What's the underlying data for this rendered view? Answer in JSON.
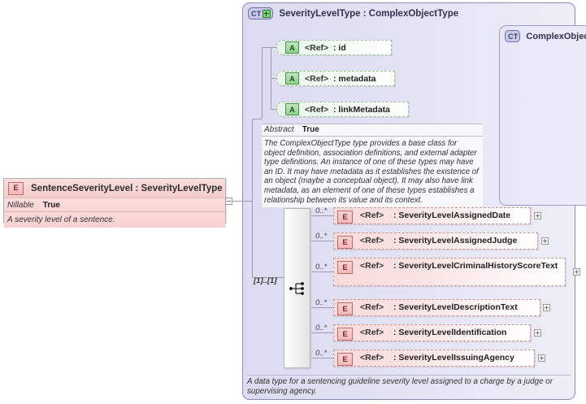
{
  "outer_type": {
    "badge": "CT",
    "badge_icon": "complextype-expand-plus-icon",
    "title": "SeverityLevelType : ComplexObjectType",
    "documentation": "A data type for a sentencing guideline severity level assigned to a charge by a judge or supervising agency."
  },
  "inner_type": {
    "badge": "CT",
    "title": "ComplexObjectType : <None>",
    "attributes": [
      {
        "badge": "A",
        "ref": "<Ref>",
        "name": ": id"
      },
      {
        "badge": "A",
        "ref": "<Ref>",
        "name": ": metadata"
      },
      {
        "badge": "A",
        "ref": "<Ref>",
        "name": ": linkMetadata"
      }
    ],
    "abstract_key": "Abstract",
    "abstract_value": "True",
    "documentation": "The ComplexObjectType type provides a base class for object definition, association definitions, and external adapter type definitions. An instance of one of these types may have an ID. It may have metadata as it establishes the existence of an object (maybe a conceptual object). It may also have link metadata, as an element of one of these types establishes a relationship between its value and its context."
  },
  "element_box": {
    "badge": "E",
    "title": "SentenceSeverityLevel : SeverityLevelType",
    "property_key": "Nillable",
    "property_value": "True",
    "documentation": "A severity level of a sentence."
  },
  "sequence": {
    "cardinality": "[1]..[1]",
    "icon": "sequence-compositor-icon"
  },
  "element_refs": [
    {
      "badge": "E",
      "ref": "<Ref>",
      "name": ": SeverityLevelAssignedDate",
      "cardinality": "0..*",
      "expandable": true
    },
    {
      "badge": "E",
      "ref": "<Ref>",
      "name": ": SeverityLevelAssignedJudge",
      "cardinality": "0..*",
      "expandable": true
    },
    {
      "badge": "E",
      "ref": "<Ref>",
      "name": ": SeverityLevelCriminalHistoryScoreText",
      "cardinality": "0..*",
      "expandable": true
    },
    {
      "badge": "E",
      "ref": "<Ref>",
      "name": ": SeverityLevelDescriptionText",
      "cardinality": "0..*",
      "expandable": true
    },
    {
      "badge": "E",
      "ref": "<Ref>",
      "name": ": SeverityLevelIdentification",
      "cardinality": "0..*",
      "expandable": true
    },
    {
      "badge": "E",
      "ref": "<Ref>",
      "name": ": SeverityLevelIssuingAgency",
      "cardinality": "0..*",
      "expandable": true
    }
  ],
  "colors": {
    "container_border": "#8b8bbf",
    "container_fill": "#e0e0f3",
    "attribute_green": "#8fd08f",
    "element_pink": "#f2b9b9",
    "line": "#9b9bb5"
  }
}
